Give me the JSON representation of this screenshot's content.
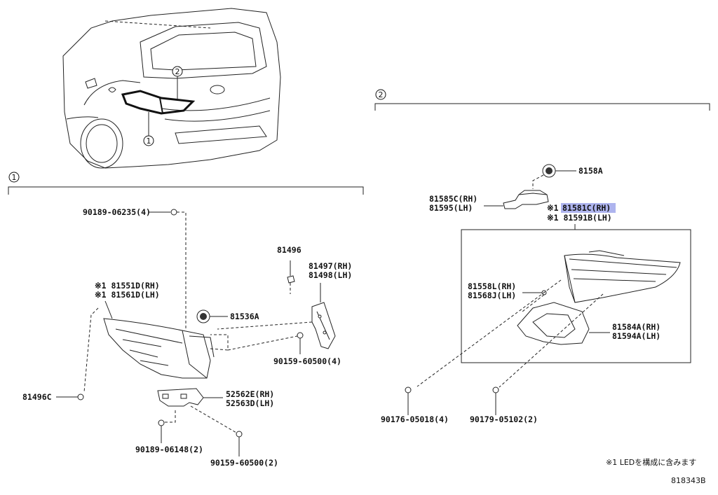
{
  "callouts": {
    "one": "1",
    "two": "2"
  },
  "labels": {
    "p9018906235": "90189-06235(4)",
    "p81496": "81496",
    "p81497rh": "81497(RH)",
    "p81498lh": "81498(LH)",
    "p81551d": "※1 81551D(RH)",
    "p81561d": "※1 81561D(LH)",
    "p81536a": "81536A",
    "p9015960500a": "90159-60500(4)",
    "p81496c": "81496C",
    "p52562e": "52562E(RH)",
    "p52563d": "52563D(LH)",
    "p9018906148": "90189-06148(2)",
    "p9015960500b": "90159-60500(2)",
    "p8158a": "8158A",
    "p81585c": "81585C(RH)",
    "p81595": "81595(LH)",
    "p81581c_prefix": "※1",
    "p81581c": "81581C(RH)",
    "p81591b": "※1 81591B(LH)",
    "p81558l": "81558L(RH)",
    "p81568j": "81568J(LH)",
    "p81584a": "81584A(RH)",
    "p81594a": "81594A(LH)",
    "p9017605018": "90176-05018(4)",
    "p9017905102": "90179-05102(2)"
  },
  "footnote": "※1 LEDを構成に含みます",
  "diagram_id": "818343B",
  "colors": {
    "highlight": "#aeb4ee",
    "ink": "#222222"
  }
}
